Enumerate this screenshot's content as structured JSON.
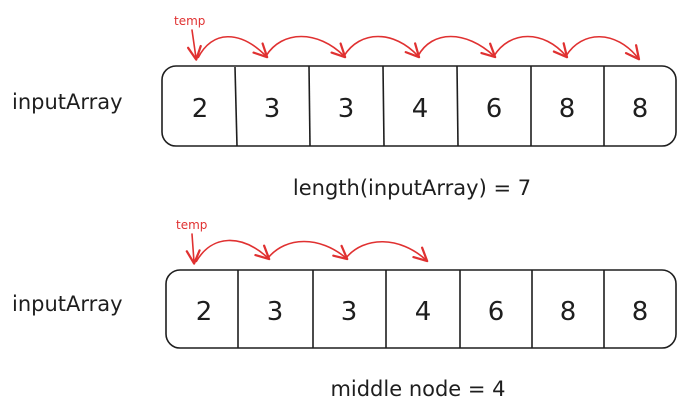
{
  "diagram": {
    "colors": {
      "ink": "#1e1e1e",
      "accent": "#e03131",
      "background": "#ffffff"
    },
    "top": {
      "array_label": "inputArray",
      "temp_label": "temp",
      "cells": [
        "2",
        "3",
        "3",
        "4",
        "6",
        "8",
        "8"
      ],
      "caption": "length(inputArray) = 7"
    },
    "bottom": {
      "array_label": "inputArray",
      "temp_label": "temp",
      "cells": [
        "2",
        "3",
        "3",
        "4",
        "6",
        "8",
        "8"
      ],
      "caption": "middle node = 4"
    }
  }
}
